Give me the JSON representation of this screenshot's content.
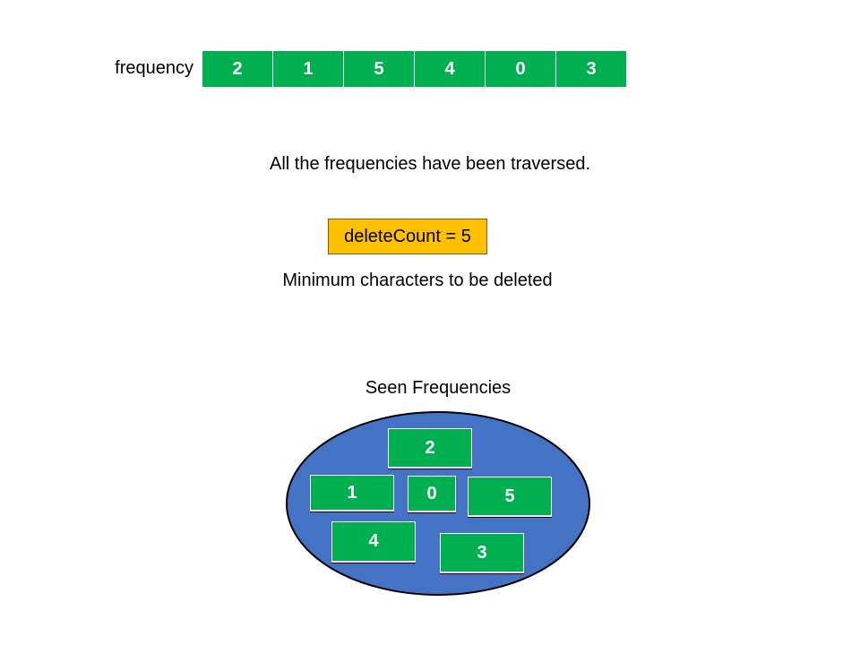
{
  "frequency_array": {
    "label": "frequency",
    "values": [
      "2",
      "1",
      "5",
      "4",
      "0",
      "3"
    ]
  },
  "message": "All the frequencies have been traversed.",
  "delete_count": "deleteCount = 5",
  "caption": "Minimum characters to be deleted",
  "seen": {
    "title": "Seen Frequencies",
    "items": [
      "2",
      "1",
      "0",
      "5",
      "4",
      "3"
    ]
  },
  "colors": {
    "cell_fill": "#00b050",
    "highlight_fill": "#ffc000",
    "set_fill": "#4472c4",
    "text_on_cell": "#ffffff"
  }
}
